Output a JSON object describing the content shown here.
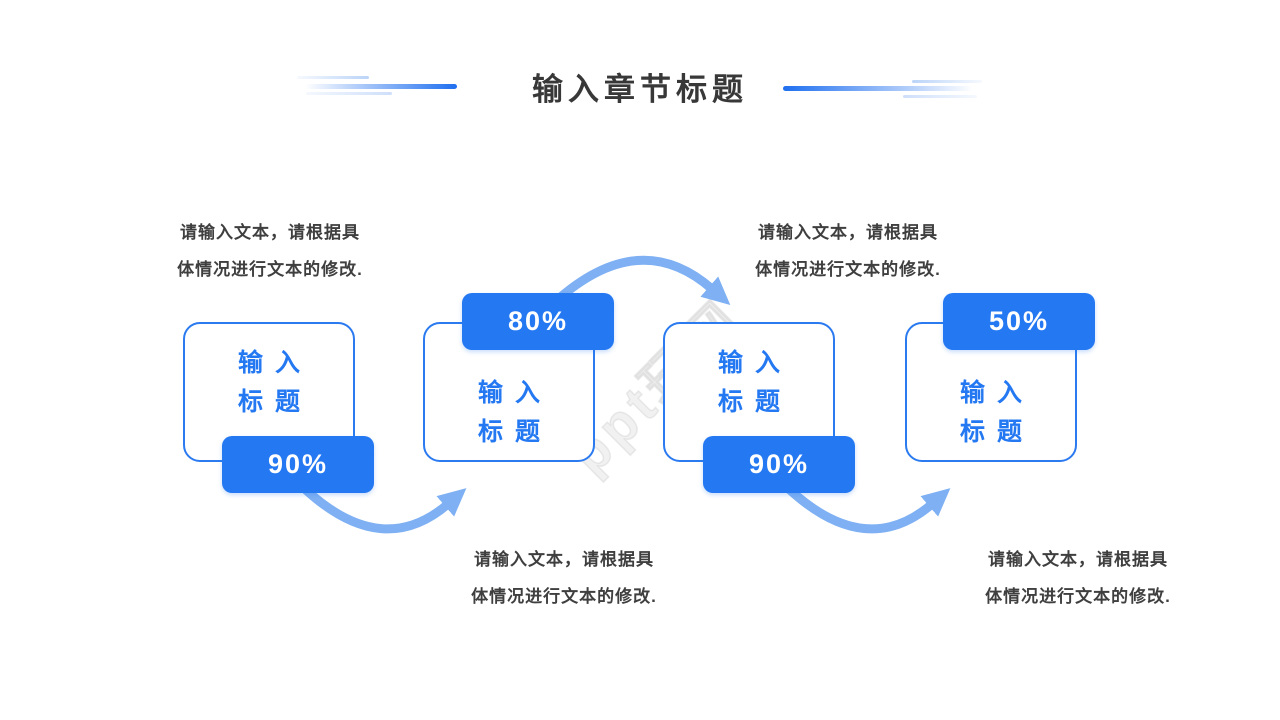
{
  "colors": {
    "accent_blue": "#2478F2",
    "box_border_blue": "#2B7AF0",
    "arrow_blue": "#7EB0F3",
    "title_dark": "#383838",
    "body_text": "#3F3F3F"
  },
  "header": {
    "title": "输入章节标题"
  },
  "watermark": {
    "text": "ppt玩网"
  },
  "steps": [
    {
      "box_title_line1": "输入",
      "box_title_line2": "标题",
      "percent": "90%",
      "desc_line1": "请输入文本，请根据具",
      "desc_line2": "体情况进行文本的修改.",
      "badge_position": "bottom"
    },
    {
      "box_title_line1": "输入",
      "box_title_line2": "标题",
      "percent": "80%",
      "desc_line1": "请输入文本，请根据具",
      "desc_line2": "体情况进行文本的修改.",
      "badge_position": "top"
    },
    {
      "box_title_line1": "输入",
      "box_title_line2": "标题",
      "percent": "90%",
      "desc_line1": "请输入文本，请根据具",
      "desc_line2": "体情况进行文本的修改.",
      "badge_position": "bottom"
    },
    {
      "box_title_line1": "输入",
      "box_title_line2": "标题",
      "percent": "50%",
      "desc_line1": "请输入文本，请根据具",
      "desc_line2": "体情况进行文本的修改.",
      "badge_position": "top"
    }
  ]
}
